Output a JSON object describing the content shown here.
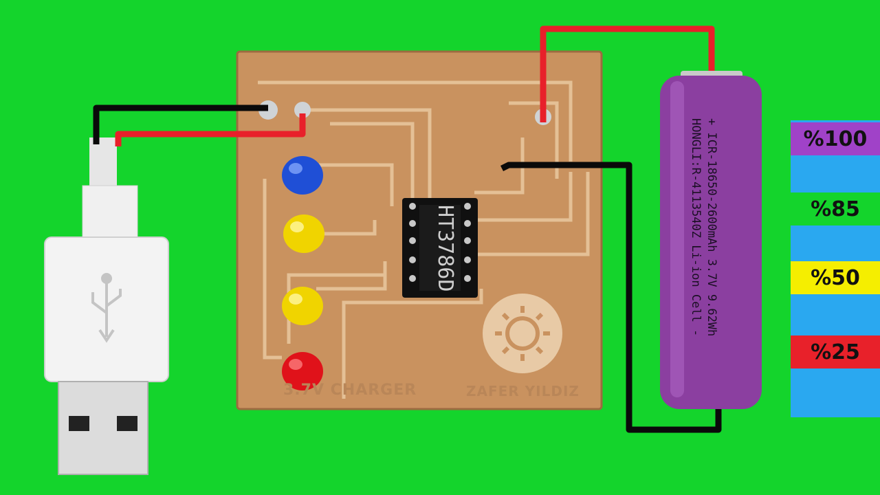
{
  "board": {
    "title_text": "3.7V CHARGER",
    "author_text": "ZAFER YILDIZ",
    "chip_label": "HT3786D"
  },
  "battery": {
    "line1": "+ ICR-18650-2600mAh 3.7V 9.62Wh",
    "line2": "HONGLI:R-4113540Z Li-ion Cell -",
    "color": "#8b3fa0"
  },
  "levels": [
    {
      "label": "%100",
      "color": "#a042c8"
    },
    {
      "label": "%85",
      "color": "#14d42c"
    },
    {
      "label": "%50",
      "color": "#f5ee00"
    },
    {
      "label": "%25",
      "color": "#e8212a"
    }
  ],
  "leds": [
    {
      "name": "blue",
      "color": "#1f4fd6"
    },
    {
      "name": "yellow",
      "color": "#f0d400"
    },
    {
      "name": "yellow",
      "color": "#f0d400"
    },
    {
      "name": "red",
      "color": "#e0121a"
    }
  ],
  "colors": {
    "background": "#14d42c",
    "pcb": "#c9925f",
    "trace": "#e6c79c",
    "wire_red": "#e8202a",
    "wire_black": "#0a0a0a",
    "level_bar": "#2aa8f0"
  },
  "icons": [
    "usb-icon",
    "sun-icon"
  ]
}
